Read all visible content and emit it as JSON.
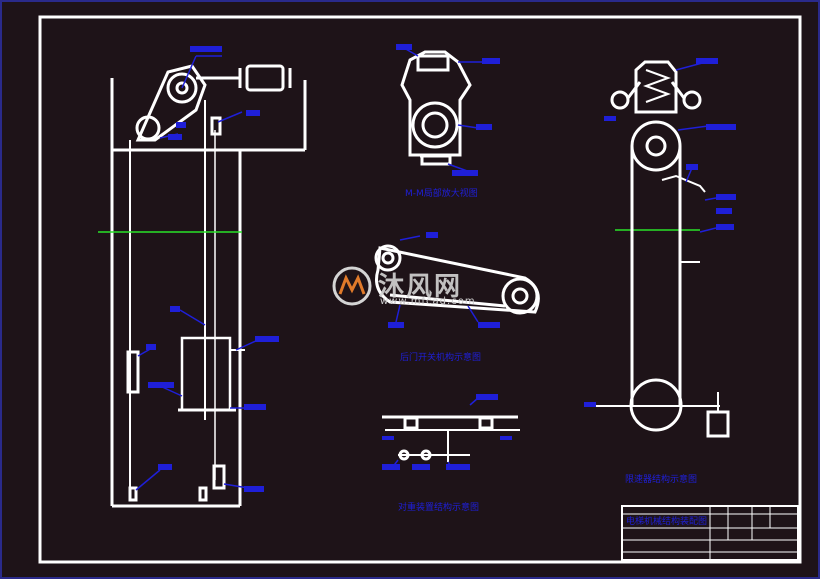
{
  "colors": {
    "background": "#1e1318",
    "frame": "#ffffff",
    "outer_border": "#2a2a8a",
    "annotation": "#1f1fd8",
    "centerline": "#29e329",
    "watermark": "#d4d4d4"
  },
  "watermark": {
    "brand": "沐风网",
    "url": "www.mfcad.com",
    "icon": "mf-logo-icon"
  },
  "views": {
    "main_elevation": {
      "caption": ""
    },
    "top_right_view": {
      "caption": "M-M局部放大视图"
    },
    "belt_view": {
      "caption": "后门开关机构示意图"
    },
    "bottom_view": {
      "caption": "对重装置结构示意图"
    },
    "right_view": {
      "caption": "限速器结构示意图"
    }
  },
  "title_block": {
    "title": "电梯机械结构装配图",
    "rows": 5
  }
}
